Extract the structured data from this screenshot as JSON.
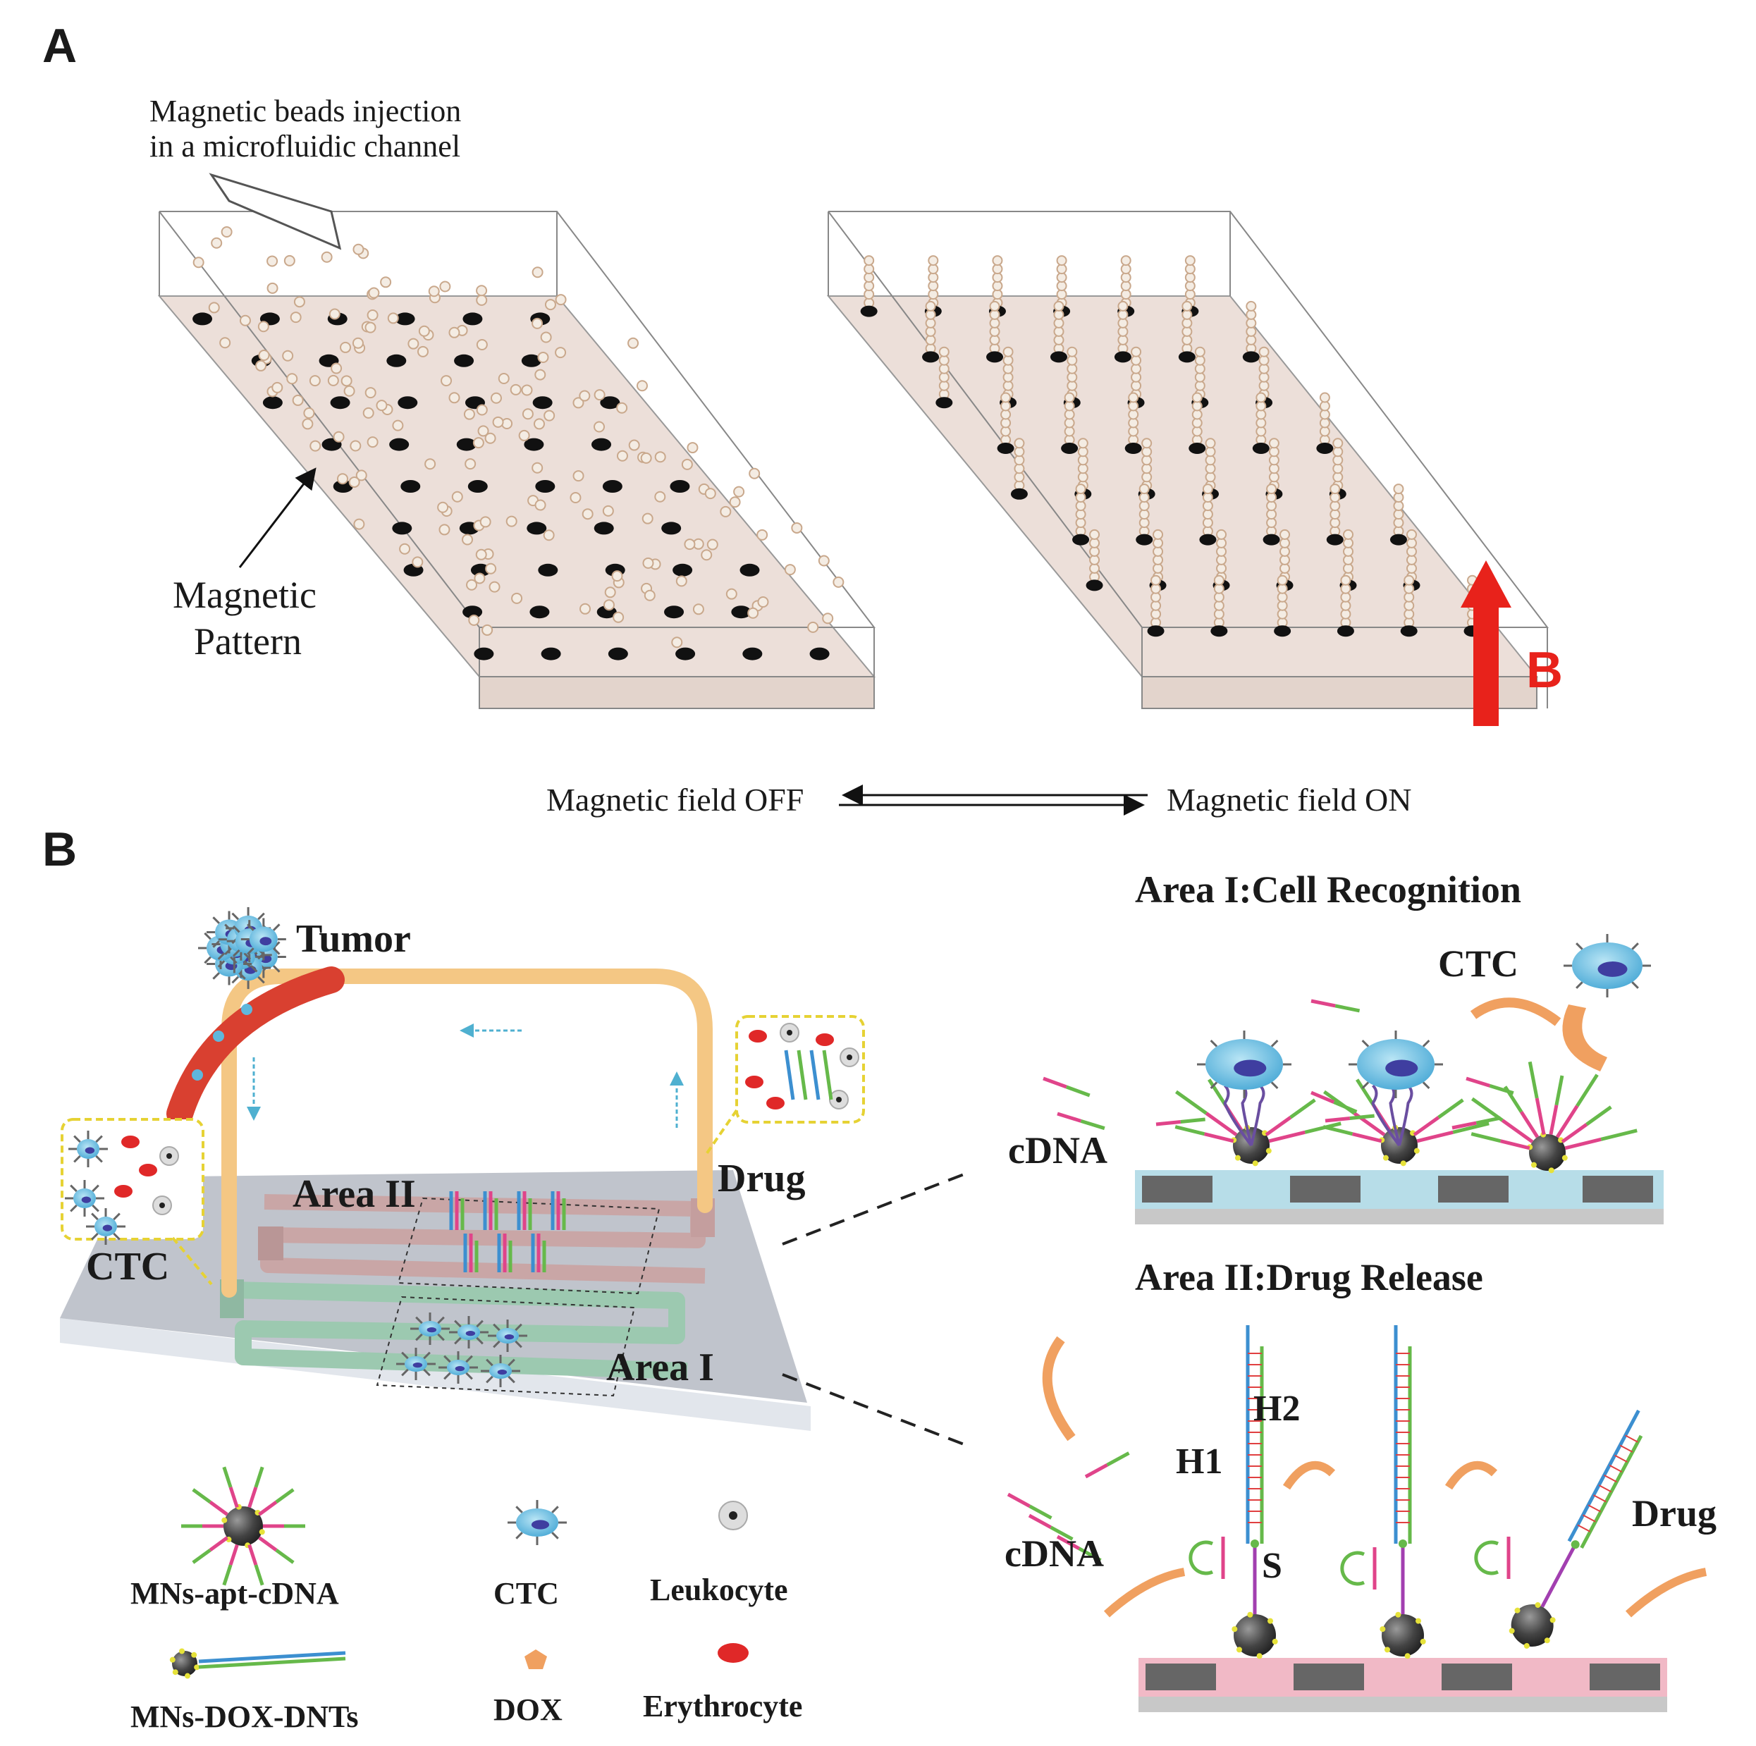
{
  "panel_a": {
    "label": "A",
    "callout": {
      "line1": "Magnetic beads injection",
      "line2": "in a microfluidic channel"
    },
    "pattern_label": {
      "line1": "Magnetic",
      "line2": "Pattern"
    },
    "field_symbol": "B",
    "field_off": "Magnetic field OFF",
    "field_on": "Magnetic field ON"
  },
  "panel_b": {
    "label": "B",
    "chip": {
      "tumor": "Tumor",
      "drug": "Drug",
      "area2": "Area II",
      "ctc": "CTC",
      "area1": "Area I"
    },
    "area1_title": {
      "area": "Area I",
      "sep": ":",
      "title": "Cell   Recognition"
    },
    "area2_title": {
      "area": "Area II",
      "sep": ":",
      "title": "Drug   Release"
    },
    "ctc_label": "CTC",
    "cdna_top": "cDNA",
    "cdna_bottom": "cDNA",
    "h1": "H1",
    "h2": "H2",
    "s": "S",
    "drug_release": "Drug",
    "legend": {
      "mns_apt": "MNs-apt-cDNA",
      "ctc": "CTC",
      "leukocyte": "Leukocyte",
      "mns_dox": "MNs-DOX-DNTs",
      "dox": "DOX",
      "erythrocyte": "Erythrocyte"
    }
  },
  "colors": {
    "floor": "#ecdfd9",
    "bead": "#c9a88c",
    "pattern_dot": "#111111",
    "arrow_red": "#e8221b",
    "orange": "#f0a060",
    "cell_blue": "#5fb7dc",
    "nucleus": "#3f3ea0",
    "tube": "#f4c784",
    "vessel": "#d94030",
    "erythrocyte": "#e02828",
    "chip_gray": "#b7bcc4",
    "substrate_blue": "#b7dde8",
    "substrate_pink": "#f1b9c6",
    "electrode": "#666666"
  }
}
